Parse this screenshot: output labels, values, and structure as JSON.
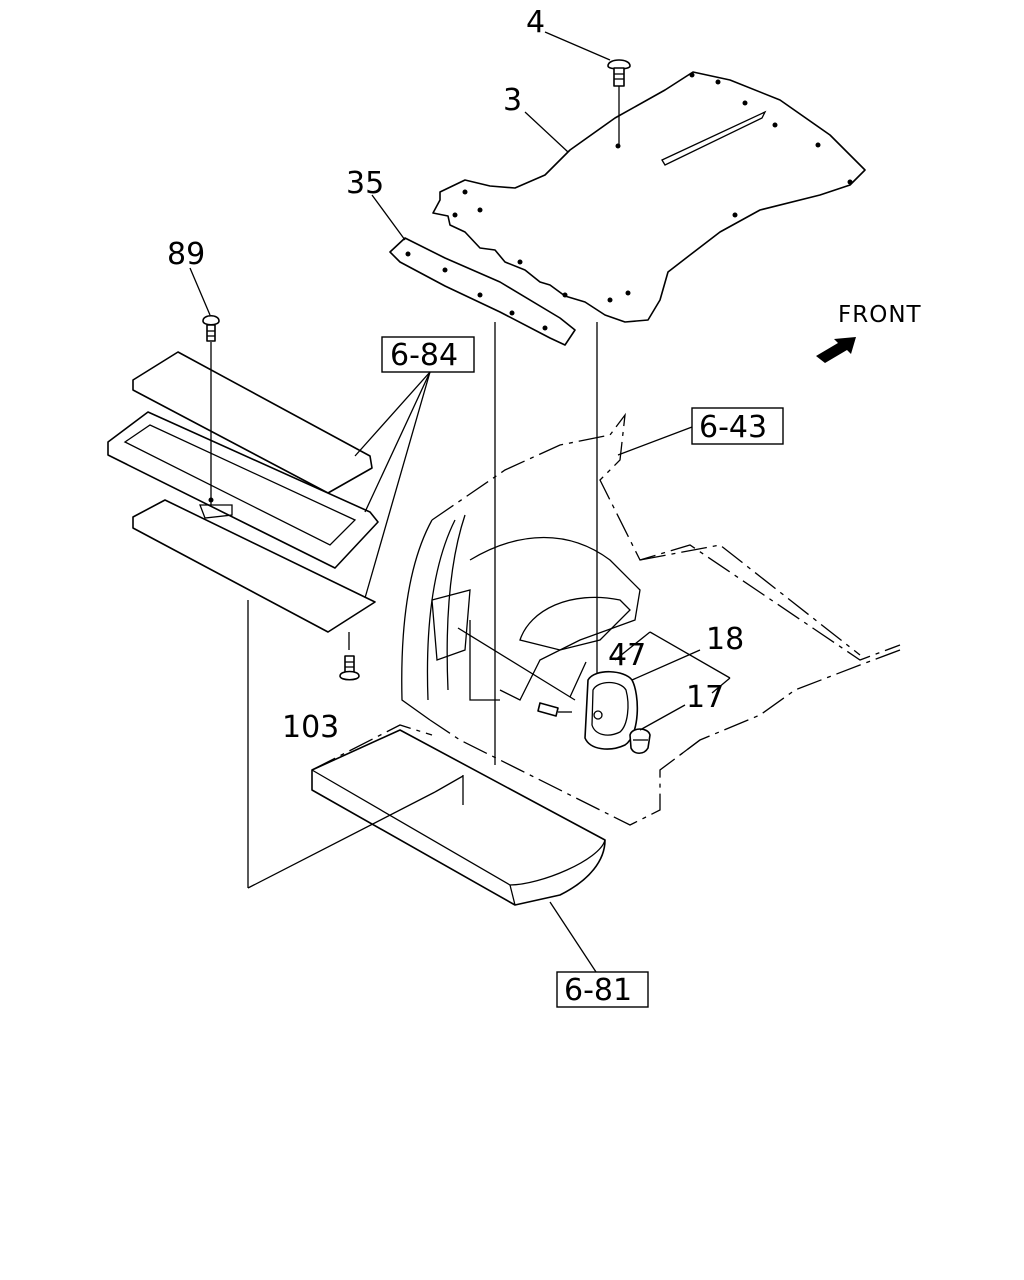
{
  "diagram": {
    "direction_label": "FRONT",
    "callouts": [
      {
        "id": "4",
        "text": "4"
      },
      {
        "id": "3",
        "text": "3"
      },
      {
        "id": "35",
        "text": "35"
      },
      {
        "id": "89",
        "text": "89"
      },
      {
        "id": "47",
        "text": "47"
      },
      {
        "id": "18",
        "text": "18"
      },
      {
        "id": "17",
        "text": "17"
      },
      {
        "id": "103",
        "text": "103"
      }
    ],
    "references": [
      {
        "id": "6-84",
        "text": "6-84"
      },
      {
        "id": "6-43",
        "text": "6-43"
      },
      {
        "id": "6-81",
        "text": "6-81"
      }
    ]
  }
}
